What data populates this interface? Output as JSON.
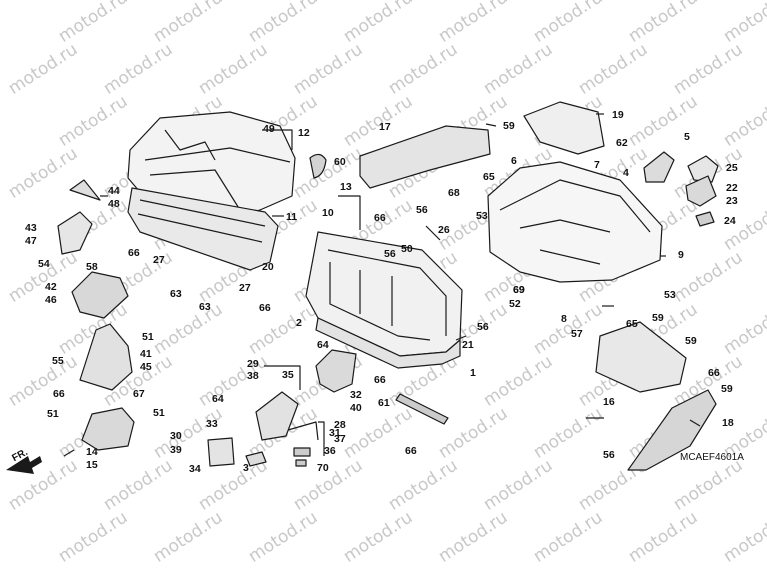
{
  "watermark": {
    "text": "motod.ru"
  },
  "direction_label": "FR.",
  "diagram_code": "MCAEF4601A",
  "colors": {
    "line": "#1a1a1a",
    "shade": "#bdbdbd",
    "watermark": "#c8c8c8"
  },
  "callouts": [
    "1",
    "2",
    "3",
    "4",
    "5",
    "6",
    "7",
    "8",
    "9",
    "10",
    "11",
    "12",
    "13",
    "14",
    "15",
    "16",
    "17",
    "18",
    "19",
    "20",
    "21",
    "22",
    "23",
    "24",
    "25",
    "26",
    "27",
    "28",
    "29",
    "30",
    "31",
    "32",
    "33",
    "34",
    "35",
    "36",
    "37",
    "38",
    "39",
    "40",
    "41",
    "42",
    "43",
    "44",
    "45",
    "46",
    "47",
    "48",
    "49",
    "50",
    "51",
    "52",
    "53",
    "54",
    "55",
    "56",
    "57",
    "58",
    "59",
    "60",
    "61",
    "62",
    "63",
    "64",
    "65",
    "66",
    "67",
    "68",
    "69",
    "70"
  ],
  "callouts_repeated": [
    "27",
    "51",
    "51",
    "53",
    "56",
    "56",
    "56",
    "59",
    "59",
    "59",
    "63",
    "64",
    "65",
    "66",
    "66",
    "66",
    "66",
    "66",
    "66",
    "69"
  ]
}
